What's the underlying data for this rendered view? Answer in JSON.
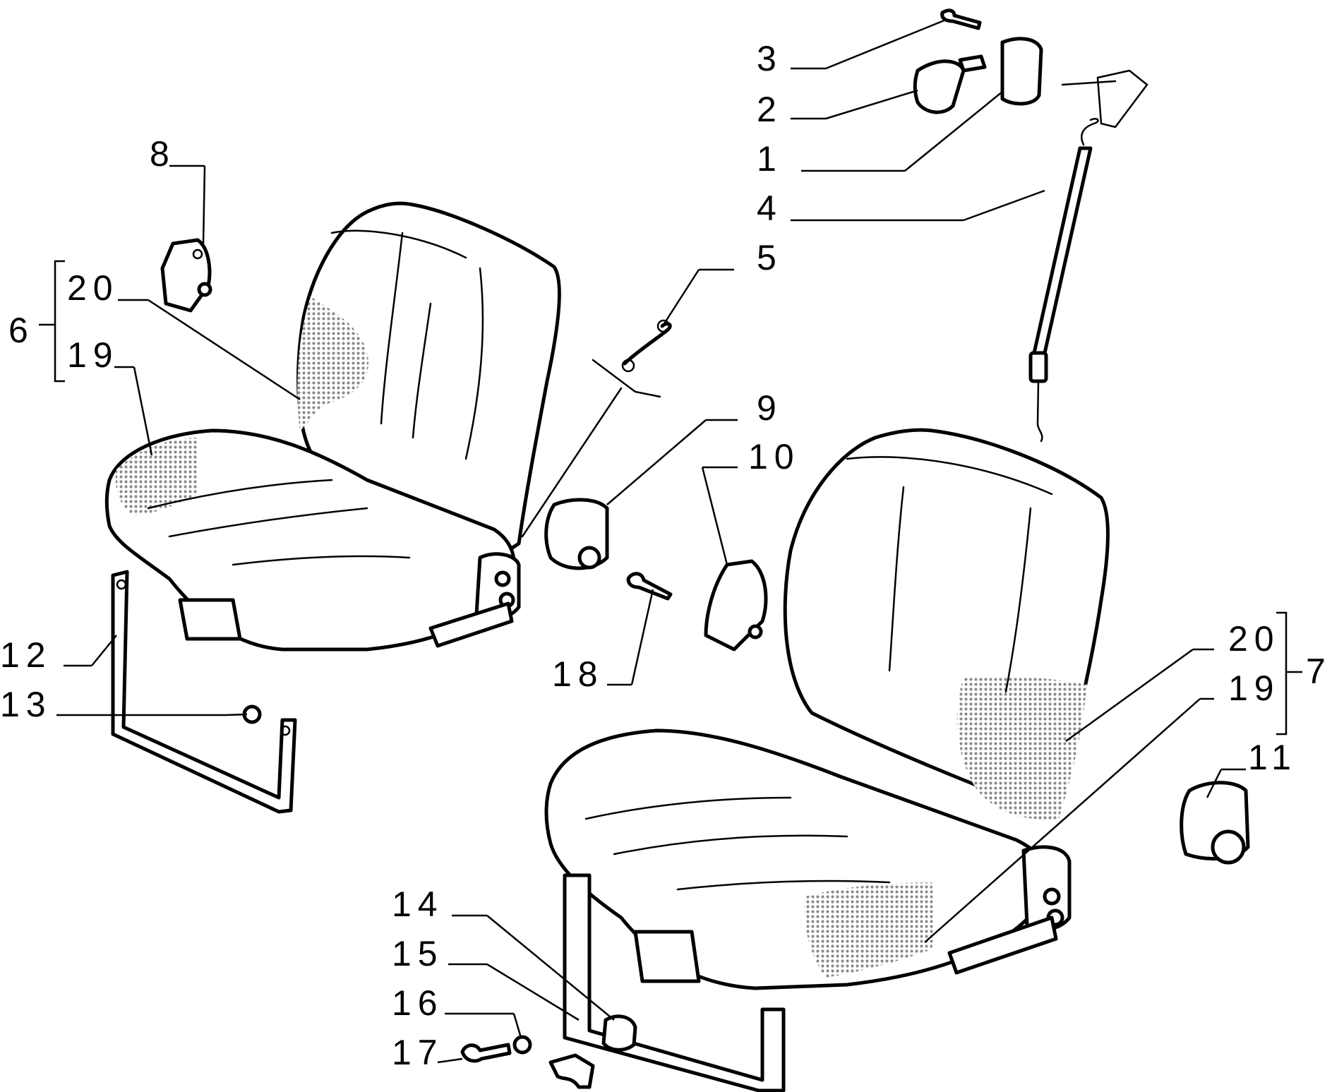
{
  "diagram": {
    "callouts": {
      "c1": "1",
      "c2": "2",
      "c3": "3",
      "c4": "4",
      "c5": "5",
      "c6": "6",
      "c7": "7",
      "c8": "8",
      "c9": "9",
      "c10": "10",
      "c11": "11",
      "c12": "12",
      "c13": "13",
      "c14": "14",
      "c15": "15",
      "c16": "16",
      "c17": "17",
      "c18": "18",
      "c19_left": "19",
      "c20_left": "20",
      "c19_right": "19",
      "c20_right": "20"
    }
  }
}
